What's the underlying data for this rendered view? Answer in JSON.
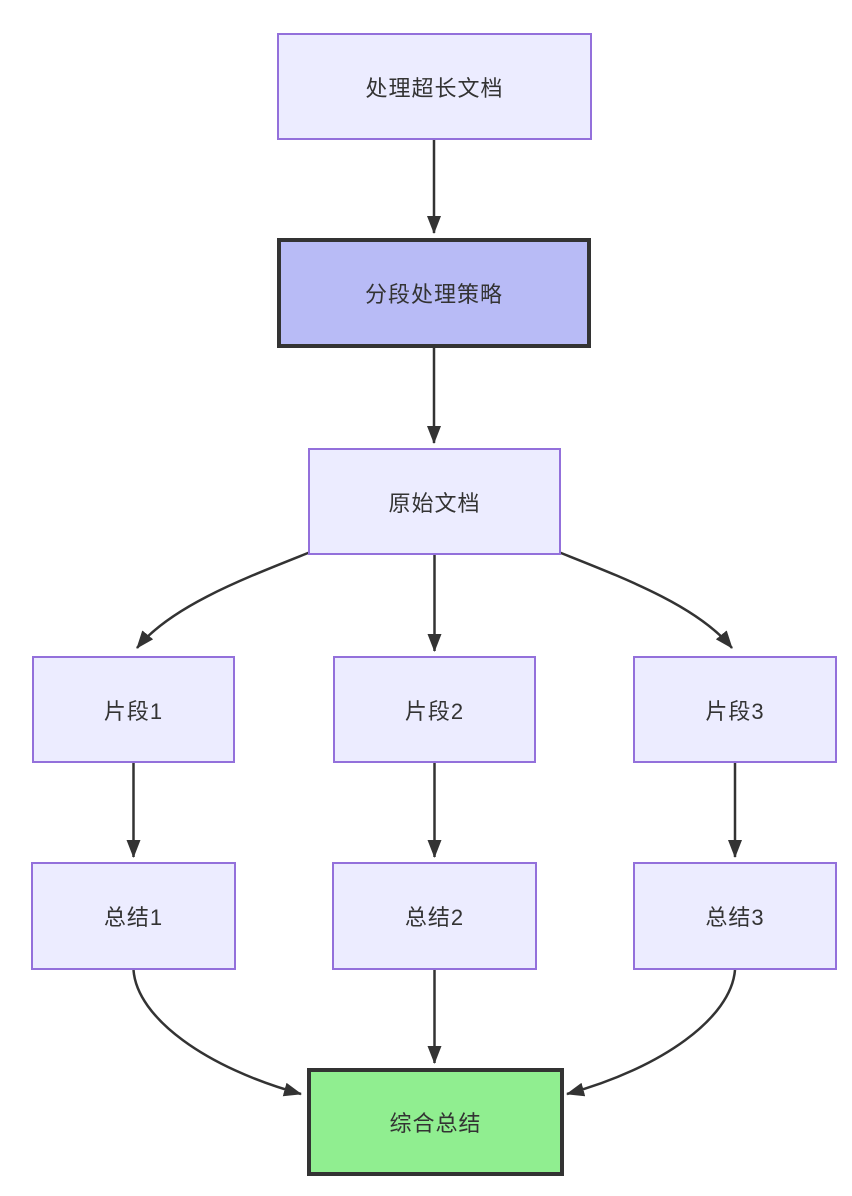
{
  "diagram": {
    "type": "flowchart",
    "direction": "top-down",
    "nodes": [
      {
        "id": "A",
        "label": "处理超长文档",
        "style": "default"
      },
      {
        "id": "B",
        "label": "分段处理策略",
        "style": "highlight-purple"
      },
      {
        "id": "C",
        "label": "原始文档",
        "style": "default"
      },
      {
        "id": "D1",
        "label": "片段1",
        "style": "default"
      },
      {
        "id": "D2",
        "label": "片段2",
        "style": "default"
      },
      {
        "id": "D3",
        "label": "片段3",
        "style": "default"
      },
      {
        "id": "E1",
        "label": "总结1",
        "style": "default"
      },
      {
        "id": "E2",
        "label": "总结2",
        "style": "default"
      },
      {
        "id": "E3",
        "label": "总结3",
        "style": "default"
      },
      {
        "id": "F",
        "label": "综合总结",
        "style": "highlight-green"
      }
    ],
    "edges": [
      {
        "from": "A",
        "to": "B"
      },
      {
        "from": "B",
        "to": "C"
      },
      {
        "from": "C",
        "to": "D1"
      },
      {
        "from": "C",
        "to": "D2"
      },
      {
        "from": "C",
        "to": "D3"
      },
      {
        "from": "D1",
        "to": "E1"
      },
      {
        "from": "D2",
        "to": "E2"
      },
      {
        "from": "D3",
        "to": "E3"
      },
      {
        "from": "E1",
        "to": "F"
      },
      {
        "from": "E2",
        "to": "F"
      },
      {
        "from": "E3",
        "to": "F"
      }
    ],
    "colors": {
      "node_fill": "#ECECFF",
      "node_border": "#9370DB",
      "highlight_purple_fill": "#b8bbf6",
      "highlight_green_fill": "#90EE90",
      "highlight_border": "#333333",
      "edge": "#333333",
      "text": "#333333",
      "background": "#ffffff"
    }
  }
}
